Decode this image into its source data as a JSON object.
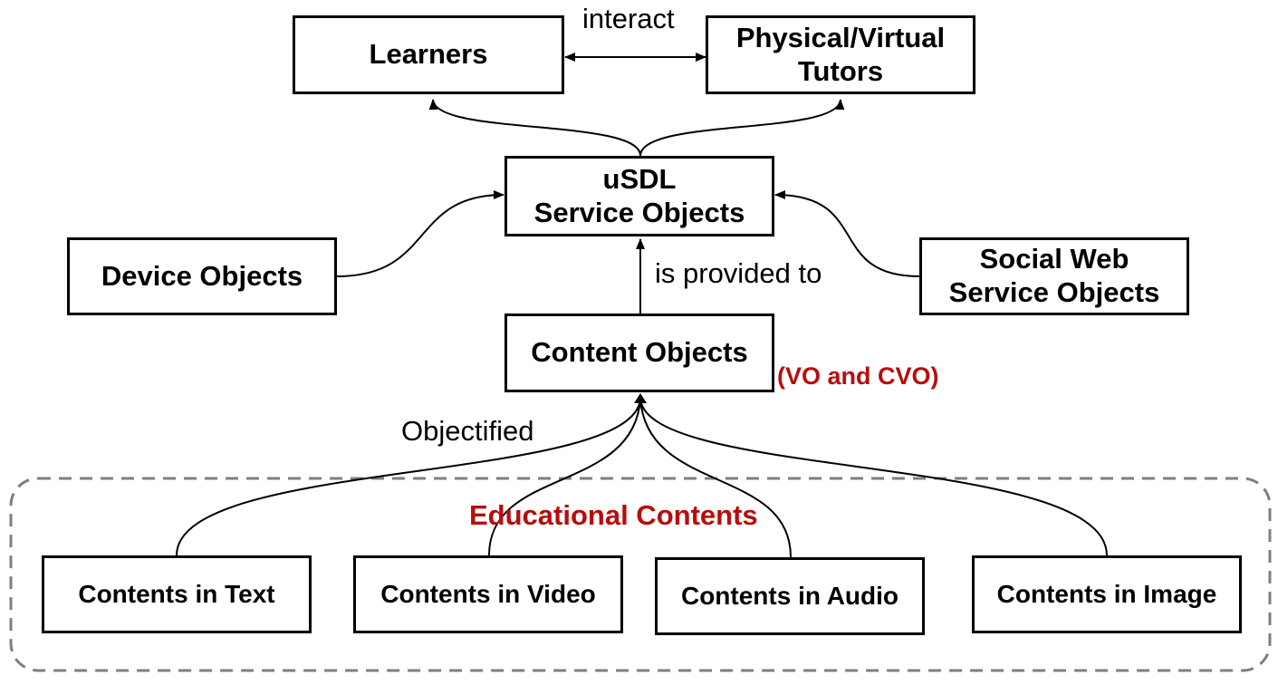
{
  "nodes": {
    "learners": "Learners",
    "tutors_line1": "Physical/Virtual",
    "tutors_line2": "Tutors",
    "usdl_line1": "uSDL",
    "usdl_line2": "Service Objects",
    "device": "Device Objects",
    "social_line1": "Social Web",
    "social_line2": "Service Objects",
    "content": "Content Objects",
    "text": "Contents in Text",
    "video": "Contents in Video",
    "audio": "Contents in Audio",
    "image": "Contents in Image"
  },
  "labels": {
    "interact": "interact",
    "provided": "is provided to",
    "objectified": "Objectified",
    "vo_cvo": "(VO and CVO)",
    "educational": "Educational Contents"
  },
  "colors": {
    "accent_red": "#b80d0d",
    "group_border": "#7f7f7f",
    "line": "#000000"
  }
}
